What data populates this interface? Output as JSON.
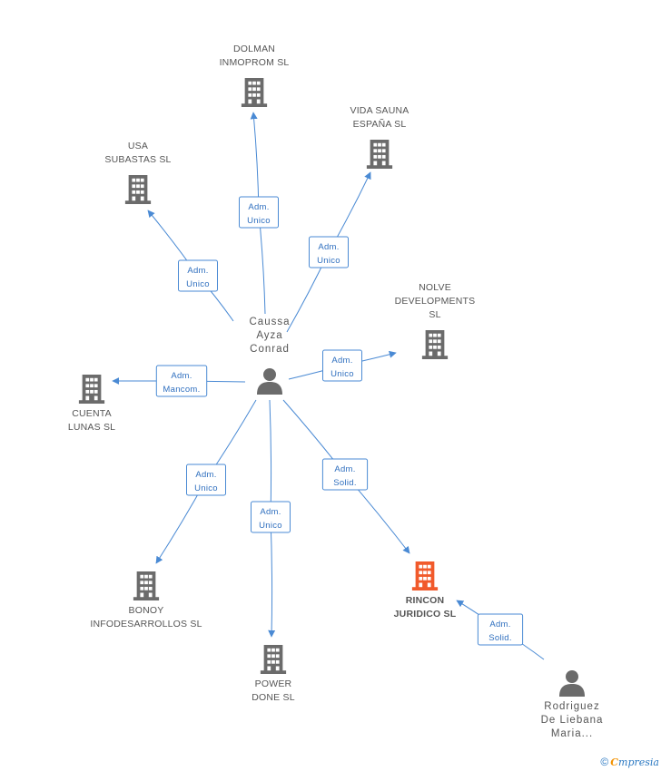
{
  "colors": {
    "edge": "#4a8ad4",
    "company": "#6b6b6b",
    "focus_company": "#f15a2b",
    "person": "#6b6b6b"
  },
  "persons": [
    {
      "id": "causssa",
      "lines": [
        "Caussa",
        "Ayza",
        "Conrad"
      ]
    },
    {
      "id": "rodriguez",
      "lines": [
        "Rodriguez",
        "De Liebana",
        "Maria..."
      ]
    }
  ],
  "companies": [
    {
      "id": "dolman",
      "lines": [
        "DOLMAN",
        "INMOPROM SL"
      ]
    },
    {
      "id": "vida",
      "lines": [
        "VIDA SAUNA",
        "ESPAÑA SL"
      ]
    },
    {
      "id": "usa",
      "lines": [
        "USA",
        "SUBASTAS SL"
      ]
    },
    {
      "id": "nolve",
      "lines": [
        "NOLVE",
        "DEVELOPMENTS",
        "SL"
      ]
    },
    {
      "id": "cuenta",
      "lines": [
        "CUENTA",
        "LUNAS SL"
      ]
    },
    {
      "id": "bonoy",
      "lines": [
        "BONOY",
        "INFODESARROLLOS SL"
      ]
    },
    {
      "id": "power",
      "lines": [
        "POWER",
        "DONE SL"
      ]
    },
    {
      "id": "rincon",
      "lines": [
        "RINCON",
        "JURIDICO SL"
      ],
      "focus": true
    }
  ],
  "relations": [
    {
      "from": "causssa",
      "to": "dolman",
      "lines": [
        "Adm.",
        "Unico"
      ]
    },
    {
      "from": "causssa",
      "to": "vida",
      "lines": [
        "Adm.",
        "Unico"
      ]
    },
    {
      "from": "causssa",
      "to": "usa",
      "lines": [
        "Adm.",
        "Unico"
      ]
    },
    {
      "from": "causssa",
      "to": "nolve",
      "lines": [
        "Adm.",
        "Unico"
      ]
    },
    {
      "from": "causssa",
      "to": "cuenta",
      "lines": [
        "Adm.",
        "Mancom."
      ]
    },
    {
      "from": "causssa",
      "to": "bonoy",
      "lines": [
        "Adm.",
        "Unico"
      ]
    },
    {
      "from": "causssa",
      "to": "power",
      "lines": [
        "Adm.",
        "Unico"
      ]
    },
    {
      "from": "causssa",
      "to": "rincon",
      "lines": [
        "Adm.",
        "Solid."
      ]
    },
    {
      "from": "rodriguez",
      "to": "rincon",
      "lines": [
        "Adm.",
        "Solid."
      ]
    }
  ],
  "footer": {
    "copyright_symbol": "©",
    "brand_first": "C",
    "brand_rest": "mpresia"
  }
}
